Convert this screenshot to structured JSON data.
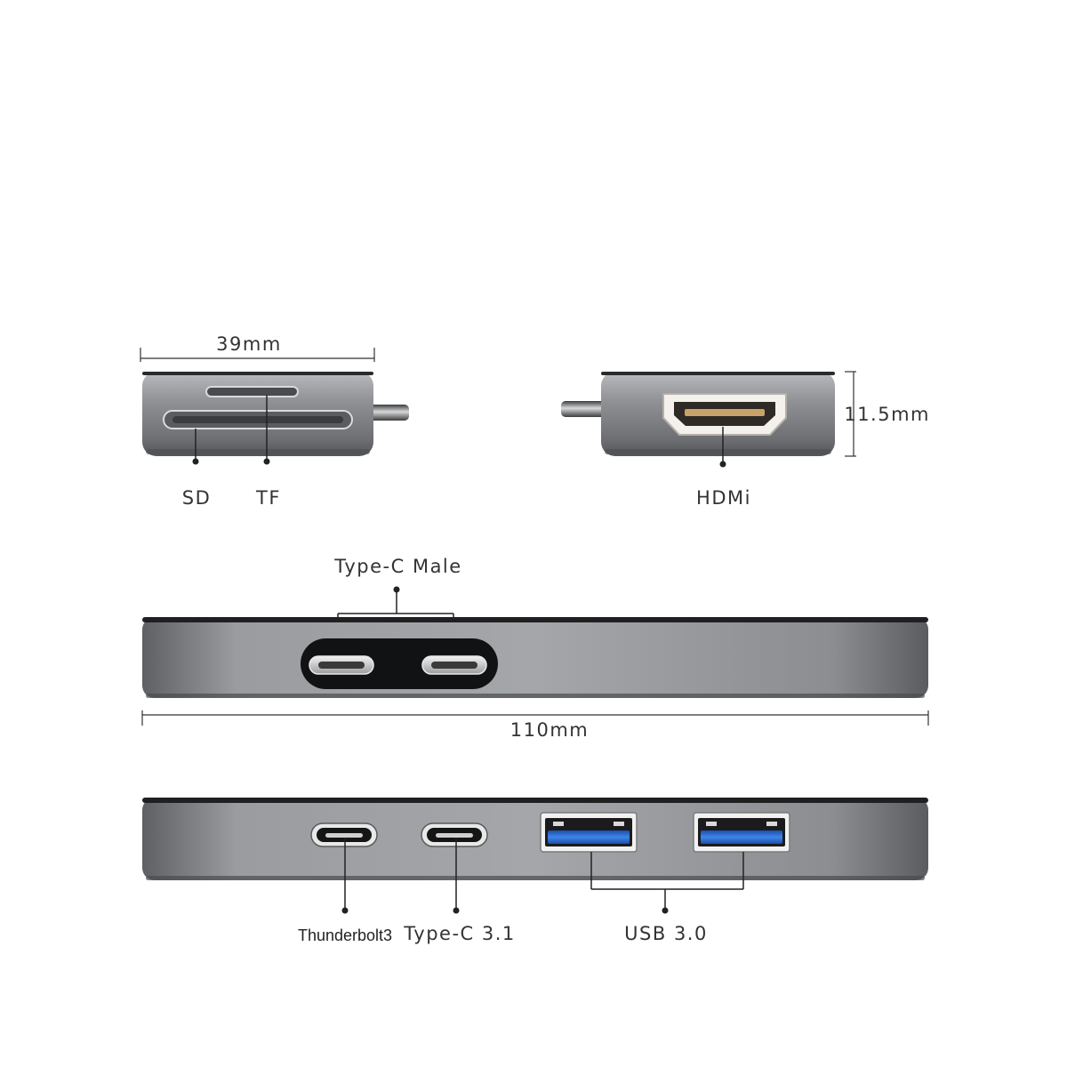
{
  "dimensions": {
    "width_label": "39mm",
    "height_label": "11.5mm",
    "length_label": "110mm"
  },
  "ports": {
    "sd_label": "SD",
    "tf_label": "TF",
    "hdmi_label": "HDMi",
    "type_c_male_label": "Type-C Male",
    "thunderbolt_label": "Thunderbolt3",
    "type_c_31_label": "Type-C 3.1",
    "usb30_label": "USB 3.0"
  },
  "colors": {
    "body_gray": "#8e9094",
    "body_dark": "#2a2b2d",
    "usb_blue": "#2f6fd6",
    "hdmi_gold": "#c9a26a"
  }
}
